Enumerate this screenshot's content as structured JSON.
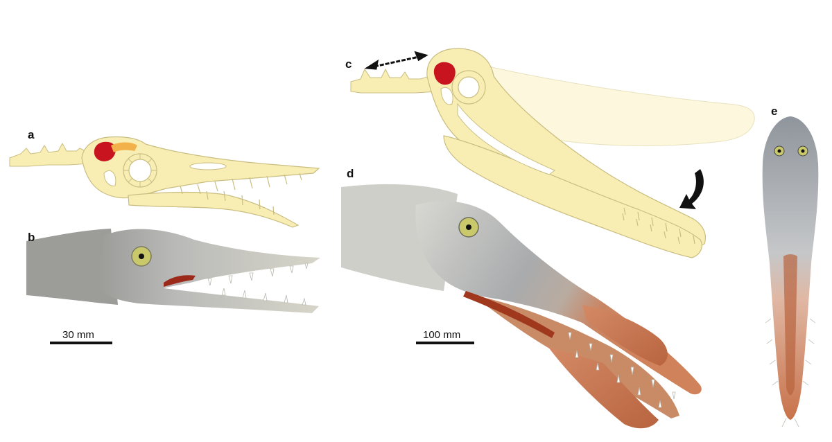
{
  "panels": {
    "a": "a",
    "b": "b",
    "c": "c",
    "d": "d",
    "e": "e"
  },
  "scale_bars": {
    "small": "30 mm",
    "large": "100 mm"
  },
  "colors": {
    "bone": "#f8eeb4",
    "bone_stroke": "#c9bd80",
    "brain": "#c8141f",
    "skin_grey": "#a9abad",
    "crest_orange": "#c8724a",
    "eye": "#c9c86a"
  }
}
